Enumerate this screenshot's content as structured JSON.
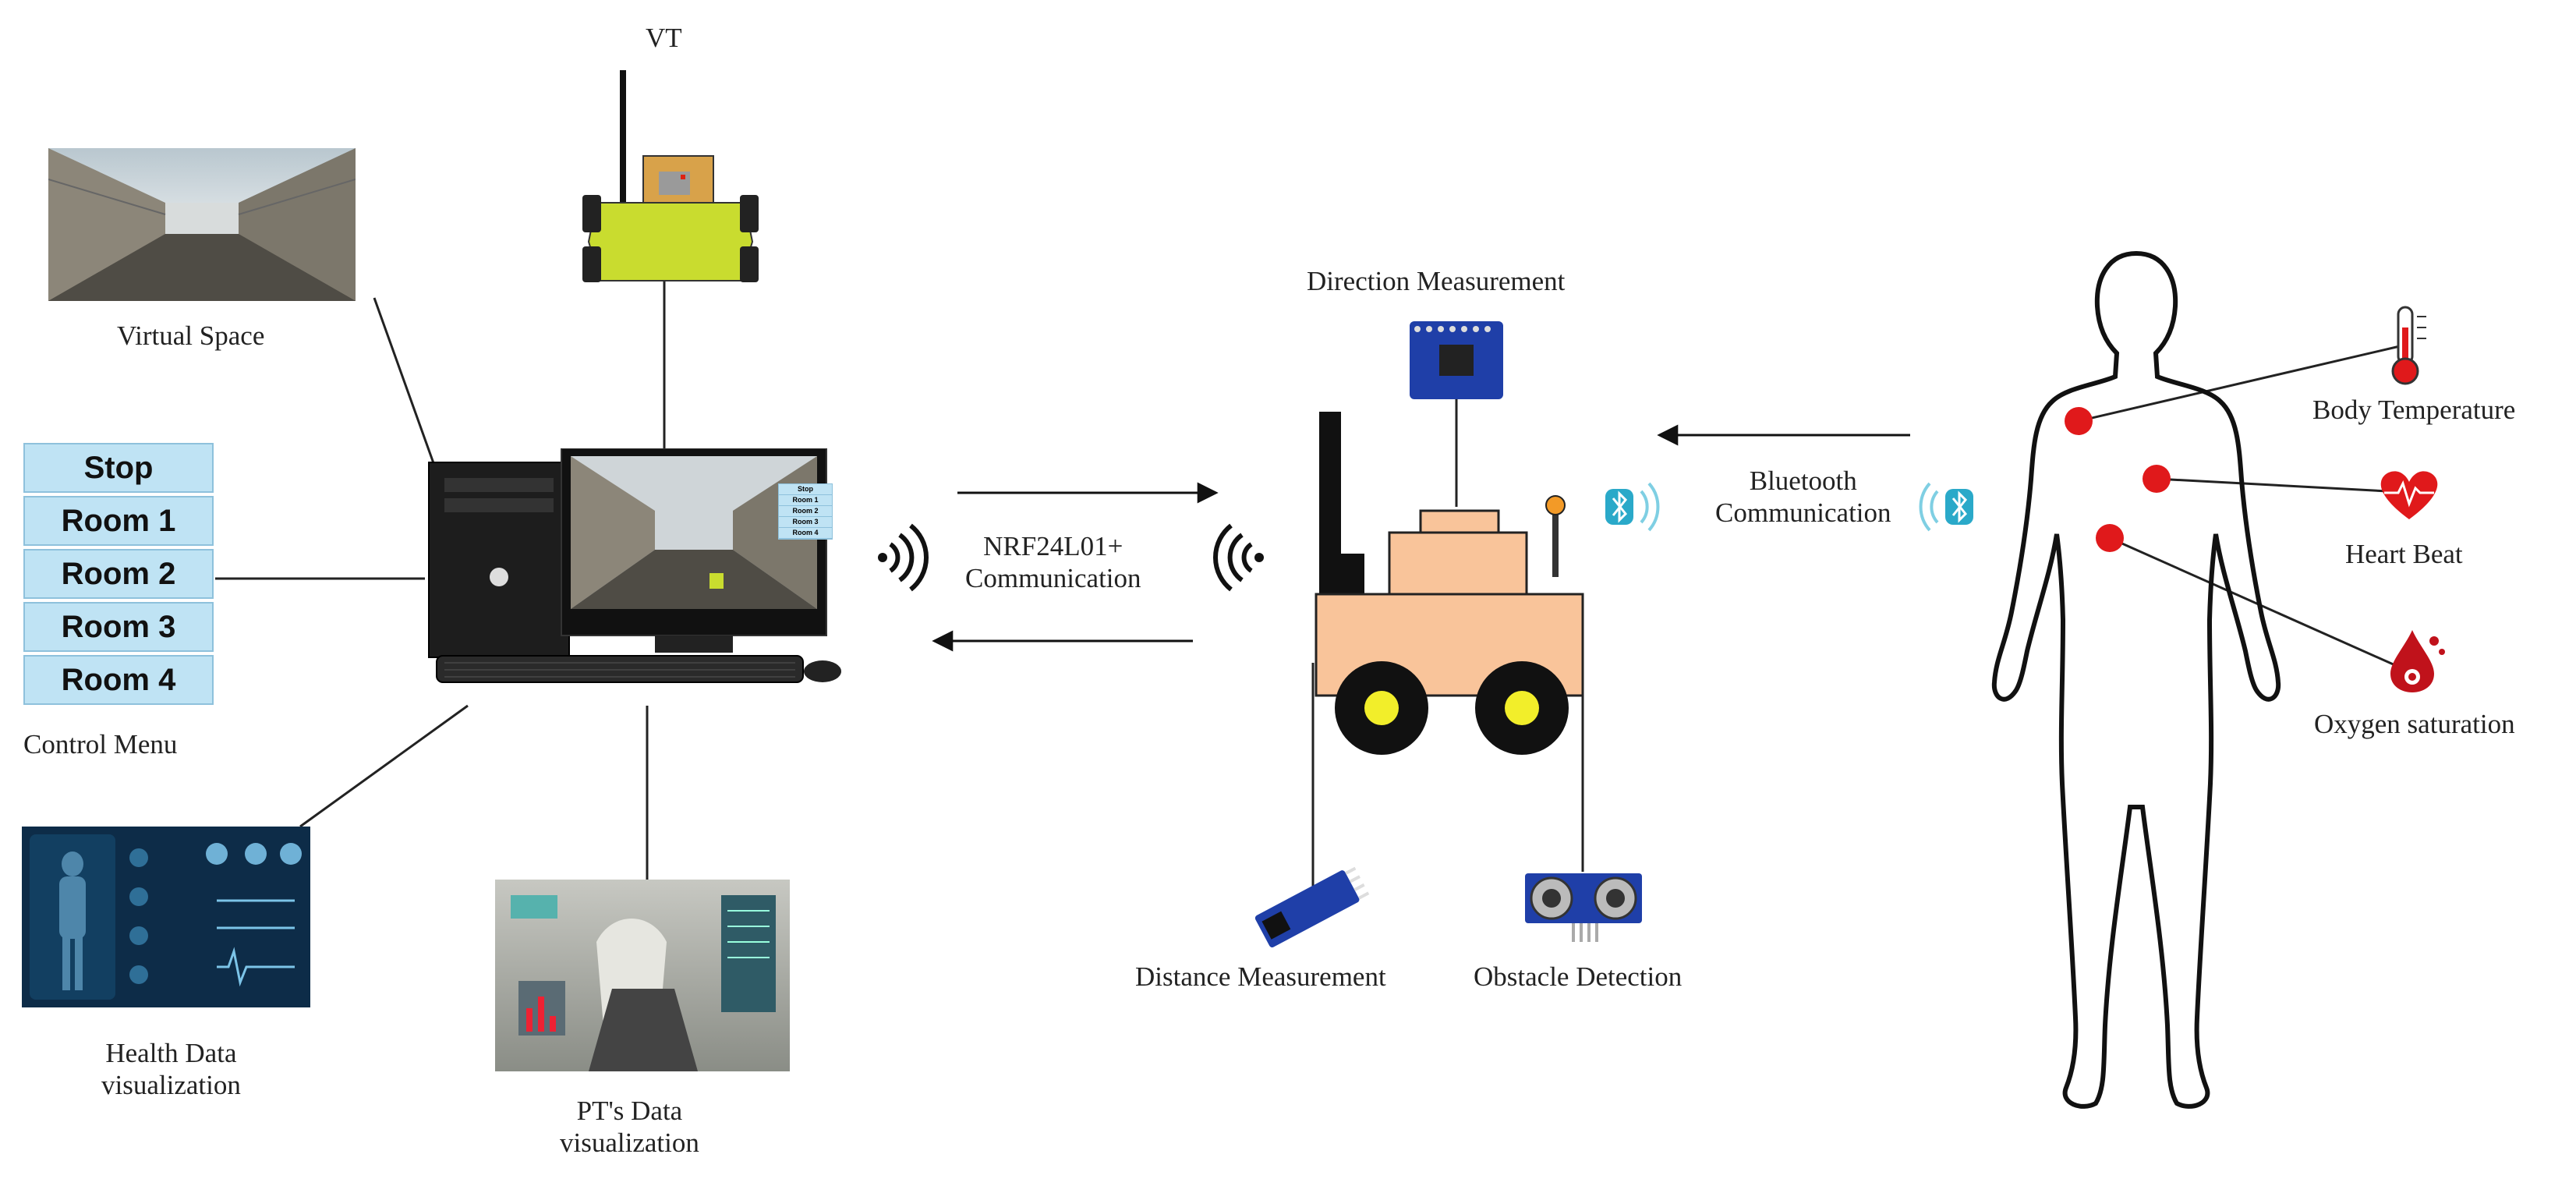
{
  "labels": {
    "vt": "VT",
    "virtual_space": "Virtual Space",
    "control_menu": "Control Menu",
    "health_viz_1": "Health Data",
    "health_viz_2": "visualization",
    "pt_viz_1": "PT's Data",
    "pt_viz_2": "visualization",
    "nrf_1": "NRF24L01+",
    "nrf_2": "Communication",
    "direction": "Direction Measurement",
    "bluetooth_1": "Bluetooth",
    "bluetooth_2": "Communication",
    "distance": "Distance Measurement",
    "obstacle": "Obstacle Detection",
    "body_temp": "Body Temperature",
    "heart_beat": "Heart Beat",
    "oxygen": "Oxygen saturation"
  },
  "control_menu": {
    "items": [
      "Stop",
      "Room 1",
      "Room 2",
      "Room 3",
      "Room 4"
    ]
  },
  "colors": {
    "menu_bg": "#bfe3f4",
    "robot_body": "#f9c49a",
    "robot_wheel_hub": "#f2ee2a",
    "sensor_dot": "#e0191b",
    "bluetooth": "#2aa9c9",
    "vt_body": "#c9dc2f"
  },
  "icons": [
    "wifi-signal-icon",
    "bluetooth-icon",
    "thermometer-icon",
    "heartbeat-icon",
    "blood-drop-icon"
  ]
}
